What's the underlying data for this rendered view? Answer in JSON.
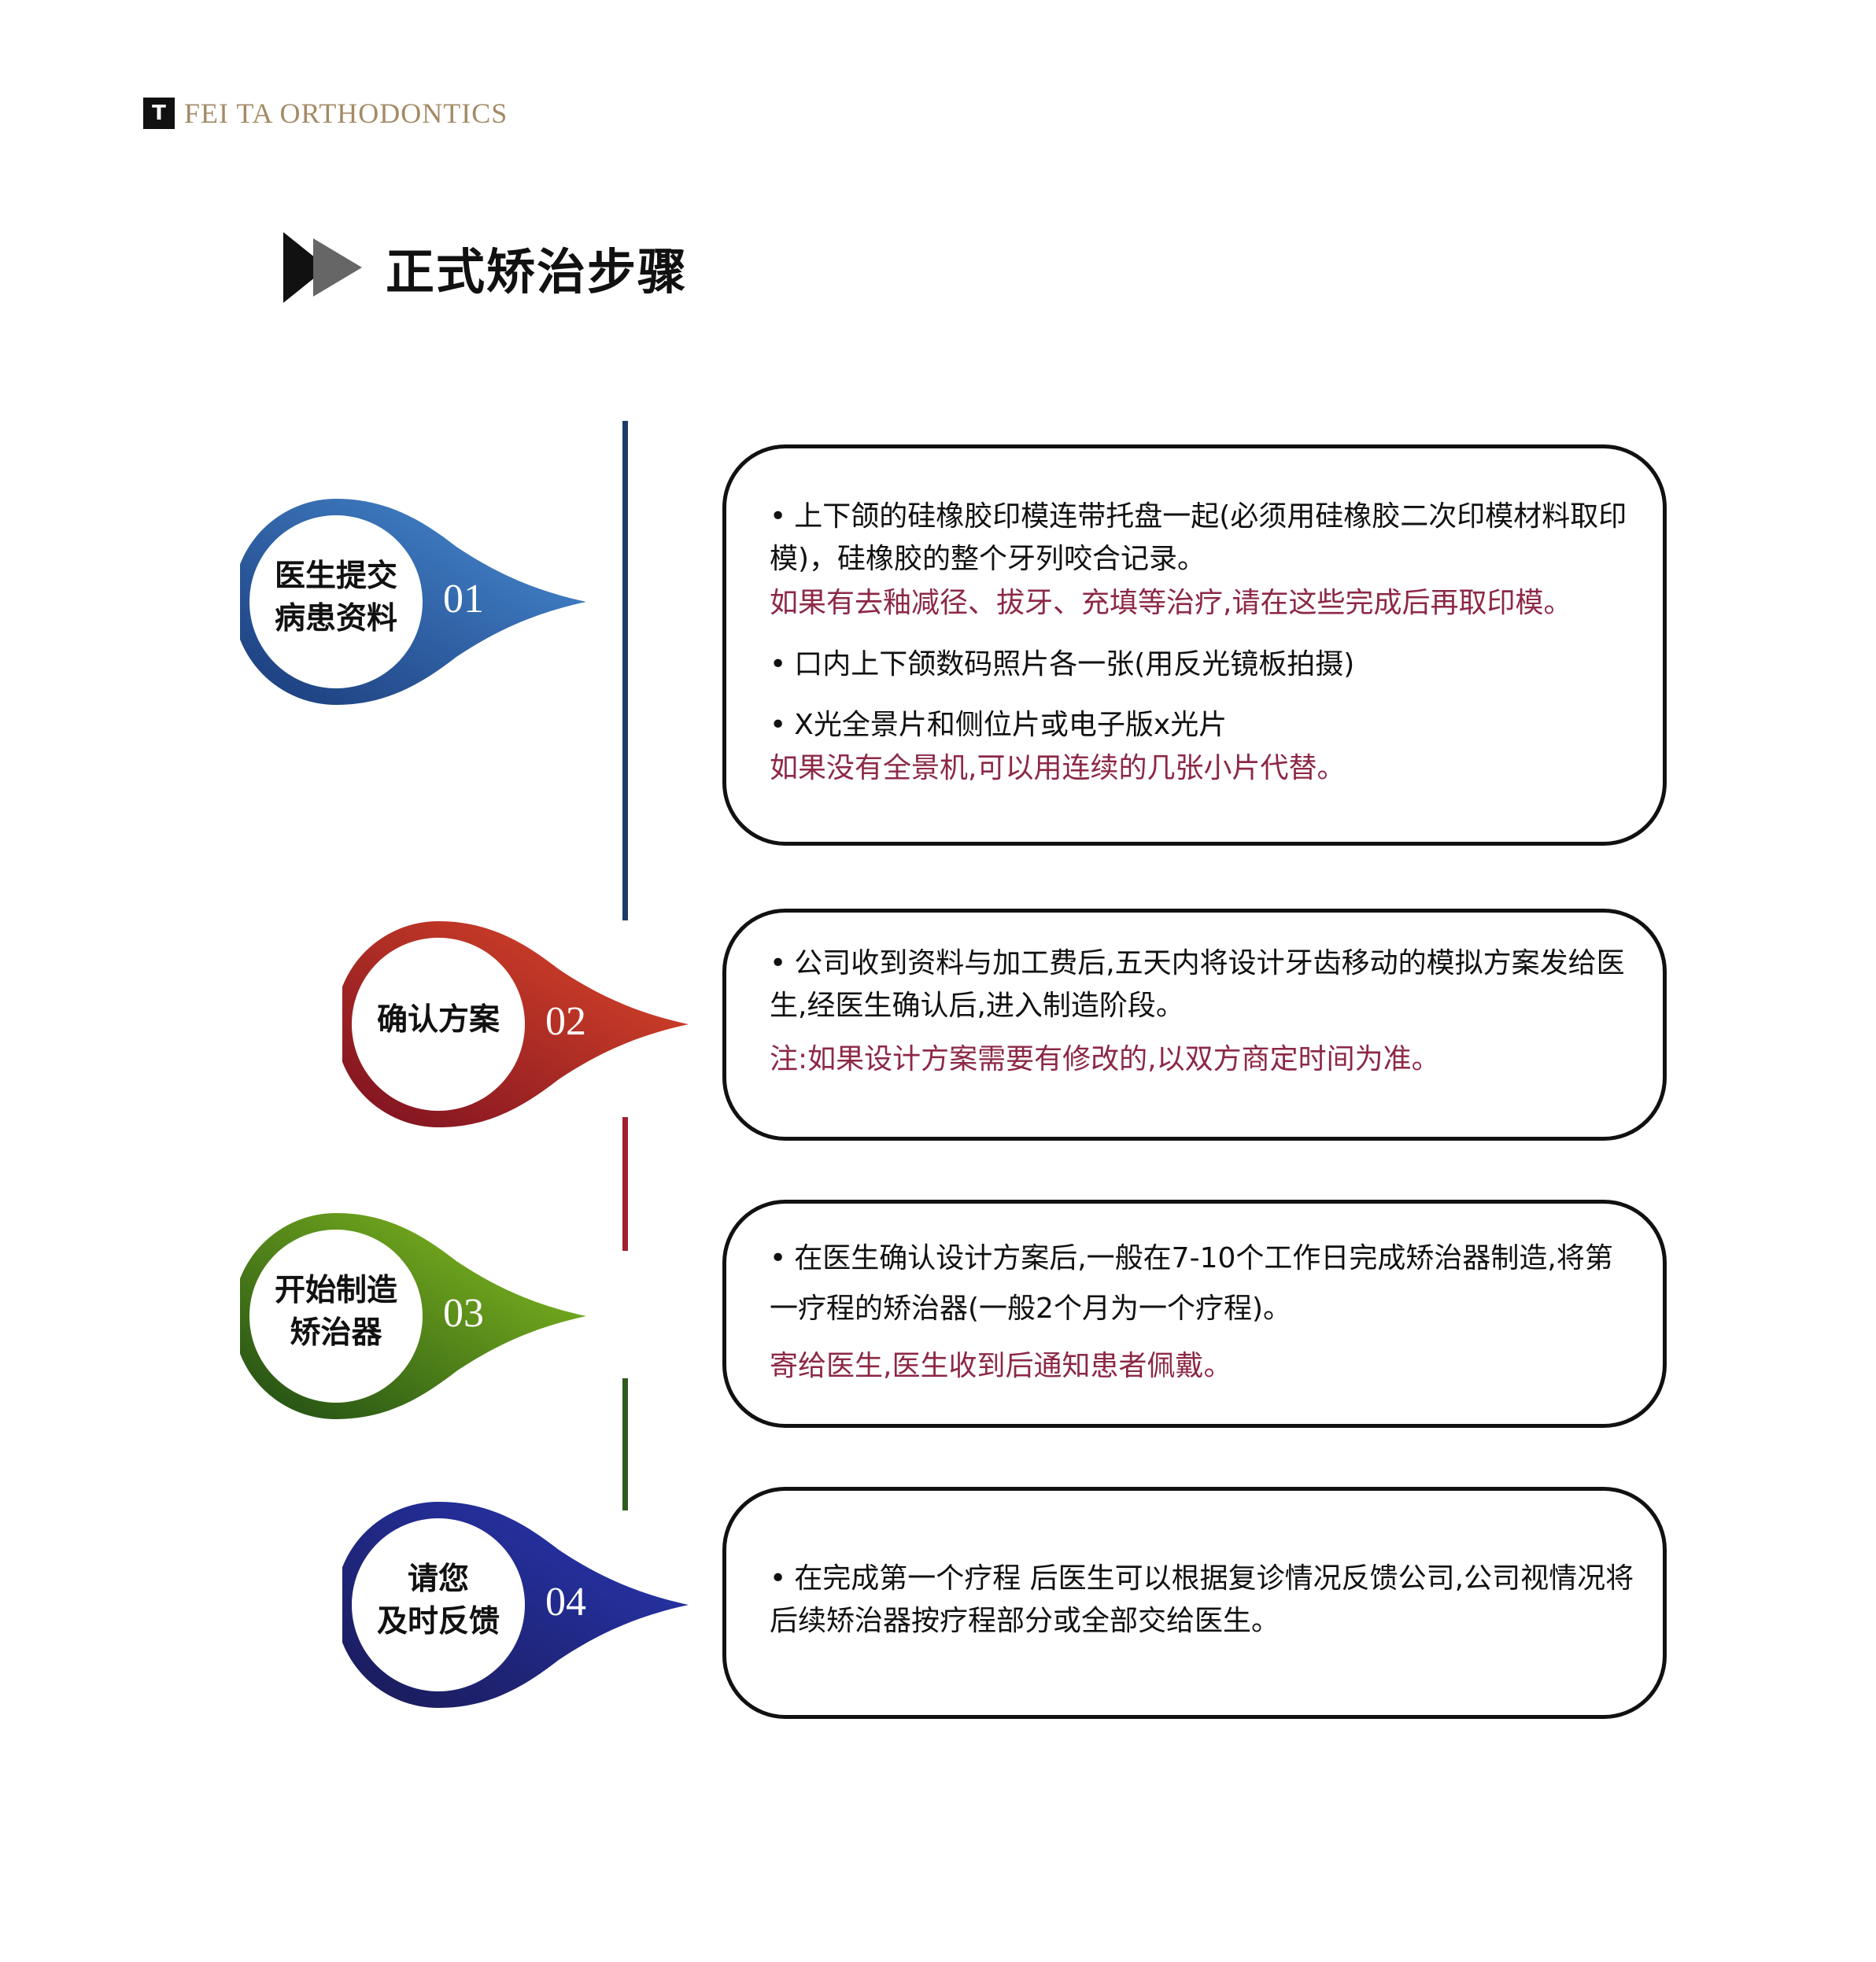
{
  "brand": {
    "logo_glyph": "T",
    "name": "FEI TA ORTHODONTICS",
    "color": "#a48a66"
  },
  "page": {
    "title": "正式矫治步骤",
    "title_icon": "double-play-arrow-icon"
  },
  "steps": [
    {
      "number": "01",
      "label": "医生提交\n病患资料",
      "color_light": "#4a8fd6",
      "color_dark": "#1a3a7a",
      "items": [
        {
          "text": "上下颌的硅橡胶印模连带托盘一起(必须用硅橡胶二次印模材料取印模)，硅橡胶的整个牙列咬合记录。",
          "bullet": true
        },
        {
          "text": "如果有去釉减径、拔牙、充填等治疗,请在这些完成后再取印模。",
          "bullet": false,
          "note": true
        },
        {
          "text": "口内上下颌数码照片各一张(用反光镜板拍摄)",
          "bullet": true
        },
        {
          "text": "X光全景片和侧位片或电子版x光片",
          "bullet": true
        },
        {
          "text": "如果没有全景机,可以用连续的几张小片代替。",
          "bullet": false,
          "note": true
        }
      ]
    },
    {
      "number": "02",
      "label": "确认方案",
      "color_light": "#e24a2a",
      "color_dark": "#7a1020",
      "items": [
        {
          "text": "公司收到资料与加工费后,五天内将设计牙齿移动的模拟方案发给医生,经医生确认后,进入制造阶段。",
          "bullet": true
        },
        {
          "text": "注:如果设计方案需要有修改的,以双方商定时间为准。",
          "bullet": false,
          "note": true
        }
      ]
    },
    {
      "number": "03",
      "label": "开始制造\n矫治器",
      "color_light": "#8cc420",
      "color_dark": "#1e4a14",
      "items": [
        {
          "text": "在医生确认设计方案后,一般在7-10个工作日完成矫治器制造,将第一疗程的矫治器(一般2个月为一个疗程)。",
          "bullet": true
        },
        {
          "text": "寄给医生,医生收到后通知患者佩戴。",
          "bullet": false,
          "note": true
        }
      ]
    },
    {
      "number": "04",
      "label": "请您\n及时反馈",
      "color_light": "#2838b8",
      "color_dark": "#1a1a55",
      "items": [
        {
          "text": "在完成第一个疗程 后医生可以根据复诊情况反馈公司,公司视情况将后续矫治器按疗程部分或全部交给医生。",
          "bullet": true
        }
      ]
    }
  ]
}
